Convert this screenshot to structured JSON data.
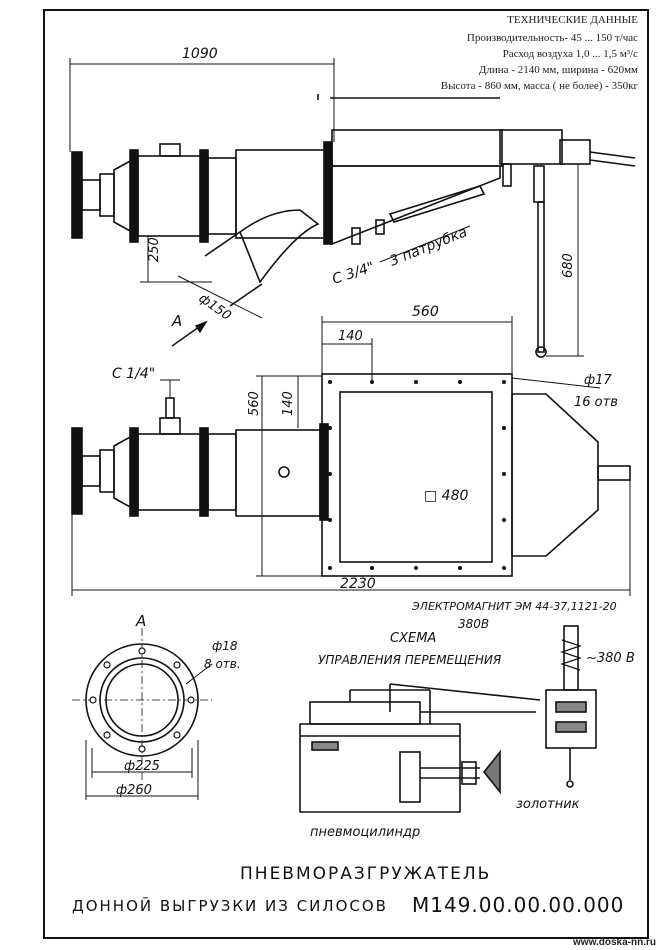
{
  "tech_specs": {
    "header": "ТЕХНИЧЕСКИЕ ДАННЫЕ",
    "capacity": "Производительность- 45 ... 150 т/час",
    "air_flow": "Расход воздуха 1,0 ... 1,5 м³/с",
    "dimensions": "Длина - 2140 мм, ширина - 620мм",
    "height_mass": "Высота - 860 мм, масса ( не более) - 350кг"
  },
  "dims": {
    "d1090": "1090",
    "d250": "250",
    "d150": "ф150",
    "d680": "680",
    "d560_top": "560",
    "d140_top": "140",
    "d560_left": "560",
    "d140_left": "140",
    "d480": "□ 480",
    "d2230": "2230",
    "d17": "ф17",
    "holes16": "16 отв",
    "d18": "ф18",
    "holes8": "8 отв.",
    "d225": "ф225",
    "d260": "ф260"
  },
  "labels": {
    "view_a_arrow": "A",
    "view_a_title": "A",
    "c34": "С 3/4\"",
    "nozzles3": "3 патрубка",
    "c14": "С 1/4\"",
    "electromagnet": "ЭЛЕКТРОМАГНИТ ЭМ 44-37,1121-20",
    "voltage_380": "380В",
    "voltage_380_2": "~380 В",
    "scheme1": "СХЕМА",
    "scheme2": "УПРАВЛЕНИЯ ПЕРЕМЕЩЕНИЯ",
    "spool": "золотник",
    "cylinder": "пневмоцилиндр"
  },
  "title_block": {
    "title_main": "ПНЕВМОРАЗГРУЖАТЕЛЬ",
    "title_sub": "ДОННОЙ ВЫГРУЗКИ ИЗ СИЛОСОВ",
    "drawing_code": "М149.00.00.00.000"
  },
  "watermark": "www.doska-nn.ru"
}
